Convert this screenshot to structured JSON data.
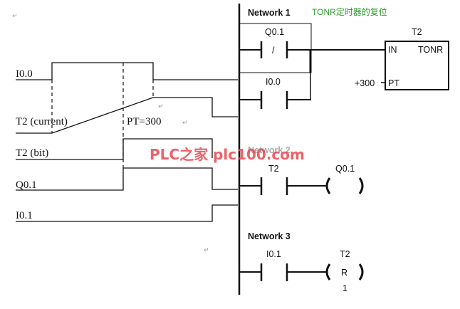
{
  "timing_diagram": {
    "signals": [
      {
        "label": "I0.0",
        "kind": "pulse"
      },
      {
        "label": "T2 (current)",
        "kind": "ramp"
      },
      {
        "label": "T2 (bit)",
        "kind": "pulse"
      },
      {
        "label": "Q0.1",
        "kind": "step"
      },
      {
        "label": "I0.1",
        "kind": "step"
      }
    ],
    "preset_label": "PT=300",
    "paragraph_mark": "↵"
  },
  "ladder": {
    "networks": [
      {
        "title": "Network 1",
        "comment": "TONR定时器的复位",
        "contacts": [
          {
            "address": "Q0.1",
            "type": "normally-closed",
            "symbol": "/"
          },
          {
            "address": "I0.0",
            "type": "normally-open"
          }
        ],
        "box": {
          "name": "T2",
          "type": "TONR",
          "in_label": "IN",
          "pt_label": "PT",
          "pt_value": "+300"
        }
      },
      {
        "title": "Network 2",
        "contacts": [
          {
            "address": "T2",
            "type": "normally-open"
          }
        ],
        "coil": {
          "address": "Q0.1",
          "type": "output",
          "inner": "",
          "count": ""
        }
      },
      {
        "title": "Network 3",
        "contacts": [
          {
            "address": "I0.1",
            "type": "normally-open"
          }
        ],
        "coil": {
          "address": "T2",
          "type": "reset",
          "inner": "R",
          "count": "1"
        }
      }
    ]
  },
  "watermark": "PLC之家 plc100.com"
}
